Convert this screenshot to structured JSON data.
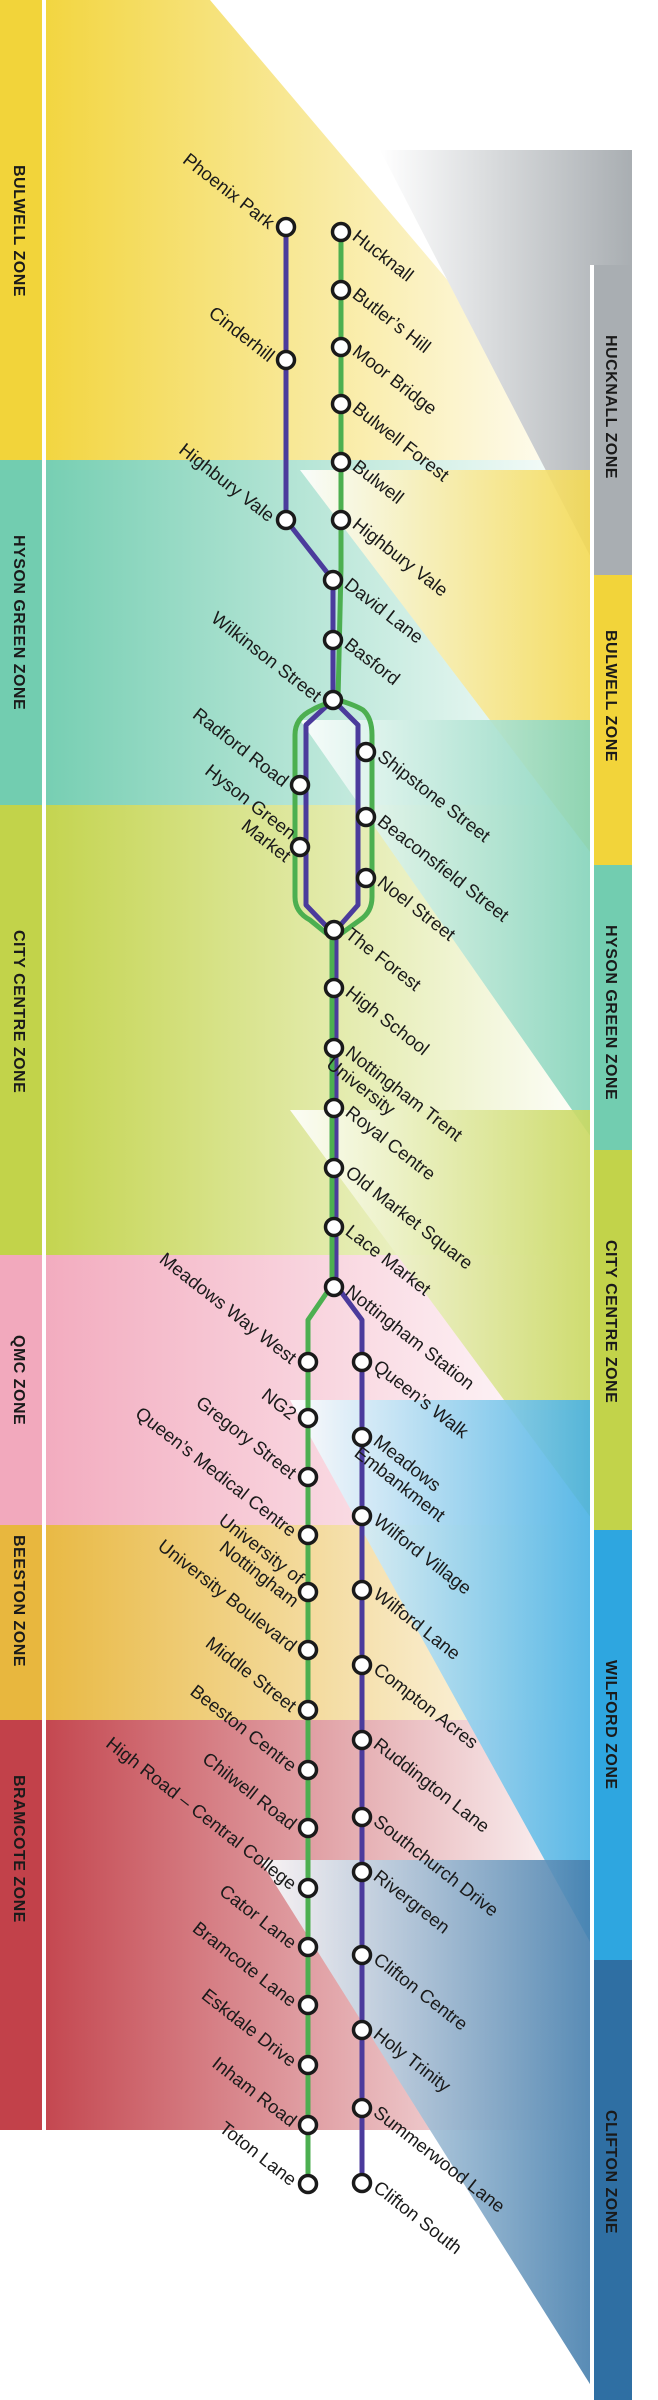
{
  "colors": {
    "green_line": "#4caf50",
    "purple_line": "#4b3b9c",
    "stop_fill": "#ffffff",
    "stop_stroke": "#1a1a1a",
    "zone_colors": {
      "bulwell": "#f2d43a",
      "hucknall": "#a9aeb2",
      "hyson_green": "#72cdb0",
      "city_centre": "#c2d34a",
      "qmc": "#f2a9bd",
      "beeston": "#e8b73e",
      "bramcote": "#c2414a",
      "wilford": "#2ea6e0",
      "clifton": "#2f6fa3"
    }
  },
  "zones": {
    "left": [
      {
        "id": "bulwell",
        "label": "BULWELL ZONE"
      },
      {
        "id": "hyson_green",
        "label": "HYSON GREEN ZONE"
      },
      {
        "id": "city_centre",
        "label": "CITY CENTRE ZONE"
      },
      {
        "id": "qmc",
        "label": "QMC ZONE"
      },
      {
        "id": "beeston",
        "label": "BEESTON ZONE"
      },
      {
        "id": "bramcote",
        "label": "BRAMCOTE ZONE"
      }
    ],
    "right": [
      {
        "id": "hucknall",
        "label": "HUCKNALL ZONE"
      },
      {
        "id": "bulwell",
        "label": "BULWELL ZONE"
      },
      {
        "id": "hyson_green",
        "label": "HYSON GREEN ZONE"
      },
      {
        "id": "city_centre",
        "label": "CITY CENTRE ZONE"
      },
      {
        "id": "wilford",
        "label": "WILFORD ZONE"
      },
      {
        "id": "clifton",
        "label": "CLIFTON ZONE"
      }
    ]
  },
  "stops": {
    "phoenix_park": {
      "name": "Phoenix Park",
      "lines": [
        "purple"
      ]
    },
    "cinderhill": {
      "name": "Cinderhill",
      "lines": [
        "purple"
      ]
    },
    "highbury_vale_w": {
      "name": "Highbury Vale",
      "lines": [
        "purple"
      ]
    },
    "hucknall": {
      "name": "Hucknall",
      "lines": [
        "green"
      ]
    },
    "butlers_hill": {
      "name": "Butler’s Hill",
      "lines": [
        "green"
      ]
    },
    "moor_bridge": {
      "name": "Moor Bridge",
      "lines": [
        "green"
      ]
    },
    "bulwell_forest": {
      "name": "Bulwell Forest",
      "lines": [
        "green"
      ]
    },
    "bulwell": {
      "name": "Bulwell",
      "lines": [
        "green"
      ]
    },
    "highbury_vale_e": {
      "name": "Highbury Vale",
      "lines": [
        "green"
      ]
    },
    "david_lane": {
      "name": "David Lane",
      "lines": [
        "green",
        "purple"
      ]
    },
    "basford": {
      "name": "Basford",
      "lines": [
        "green",
        "purple"
      ]
    },
    "wilkinson_street": {
      "name": "Wilkinson Street",
      "lines": [
        "green",
        "purple"
      ]
    },
    "radford_road": {
      "name": "Radford Road",
      "lines": [
        "green",
        "purple"
      ]
    },
    "hyson_green_market": {
      "name": [
        "Hyson Green",
        "Market"
      ],
      "lines": [
        "green",
        "purple"
      ]
    },
    "shipstone_street": {
      "name": "Shipstone Street",
      "lines": [
        "green",
        "purple"
      ]
    },
    "beaconsfield_street": {
      "name": "Beaconsfield Street",
      "lines": [
        "green",
        "purple"
      ]
    },
    "noel_street": {
      "name": "Noel Street",
      "lines": [
        "green",
        "purple"
      ]
    },
    "the_forest": {
      "name": "The Forest",
      "lines": [
        "green",
        "purple"
      ]
    },
    "high_school": {
      "name": "High School",
      "lines": [
        "green",
        "purple"
      ]
    },
    "nottingham_trent_university": {
      "name": [
        "Nottingham Trent",
        "University"
      ],
      "lines": [
        "green",
        "purple"
      ]
    },
    "royal_centre": {
      "name": "Royal Centre",
      "lines": [
        "green",
        "purple"
      ]
    },
    "old_market_square": {
      "name": "Old Market Square",
      "lines": [
        "green",
        "purple"
      ]
    },
    "lace_market": {
      "name": "Lace Market",
      "lines": [
        "green",
        "purple"
      ]
    },
    "nottingham_station": {
      "name": "Nottingham Station",
      "lines": [
        "green",
        "purple"
      ]
    },
    "meadows_way_west": {
      "name": "Meadows Way West",
      "lines": [
        "green"
      ]
    },
    "ng2": {
      "name": "NG2",
      "lines": [
        "green"
      ]
    },
    "gregory_street": {
      "name": "Gregory Street",
      "lines": [
        "green"
      ]
    },
    "queens_medical_centre": {
      "name": "Queen’s Medical Centre",
      "lines": [
        "green"
      ]
    },
    "university_of_nottingham": {
      "name": [
        "University of",
        "Nottingham"
      ],
      "lines": [
        "green"
      ]
    },
    "university_boulevard": {
      "name": "University Boulevard",
      "lines": [
        "green"
      ]
    },
    "middle_street": {
      "name": "Middle Street",
      "lines": [
        "green"
      ]
    },
    "beeston_centre": {
      "name": "Beeston Centre",
      "lines": [
        "green"
      ]
    },
    "chilwell_road": {
      "name": "Chilwell Road",
      "lines": [
        "green"
      ]
    },
    "high_road_central_college": {
      "name": "High Road – Central College",
      "lines": [
        "green"
      ]
    },
    "cator_lane": {
      "name": "Cator Lane",
      "lines": [
        "green"
      ]
    },
    "bramcote_lane": {
      "name": "Bramcote Lane",
      "lines": [
        "green"
      ]
    },
    "eskdale_drive": {
      "name": "Eskdale Drive",
      "lines": [
        "green"
      ]
    },
    "inham_road": {
      "name": "Inham Road",
      "lines": [
        "green"
      ]
    },
    "toton_lane": {
      "name": "Toton Lane",
      "lines": [
        "green"
      ]
    },
    "queens_walk": {
      "name": "Queen’s Walk",
      "lines": [
        "purple"
      ]
    },
    "meadows_embankment": {
      "name": [
        "Meadows",
        "Embankment"
      ],
      "lines": [
        "purple"
      ]
    },
    "wilford_village": {
      "name": "Wilford Village",
      "lines": [
        "purple"
      ]
    },
    "wilford_lane": {
      "name": "Wilford Lane",
      "lines": [
        "purple"
      ]
    },
    "compton_acres": {
      "name": "Compton Acres",
      "lines": [
        "purple"
      ]
    },
    "ruddington_lane": {
      "name": "Ruddington Lane",
      "lines": [
        "purple"
      ]
    },
    "southchurch_drive": {
      "name": "Southchurch Drive",
      "lines": [
        "purple"
      ]
    },
    "rivergreen": {
      "name": "Rivergreen",
      "lines": [
        "purple"
      ]
    },
    "clifton_centre": {
      "name": "Clifton Centre",
      "lines": [
        "purple"
      ]
    },
    "holy_trinity": {
      "name": "Holy Trinity",
      "lines": [
        "purple"
      ]
    },
    "summerwood_lane": {
      "name": "Summerwood Lane",
      "lines": [
        "purple"
      ]
    },
    "clifton_south": {
      "name": "Clifton South",
      "lines": [
        "purple"
      ]
    }
  }
}
